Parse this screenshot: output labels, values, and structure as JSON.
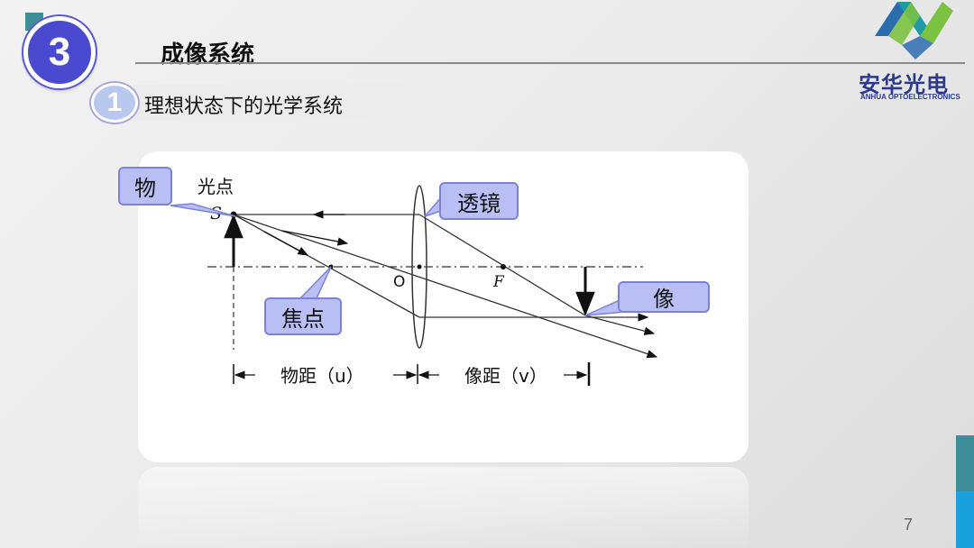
{
  "header": {
    "section_number": "3",
    "section_title": "成像系统",
    "sub_number": "1",
    "sub_title": "理想状态下的光学系统"
  },
  "logo": {
    "name_cn": "安华光电",
    "name_en": "ANHUA OPTOELECTRONICS",
    "colors": [
      "#2b6cb0",
      "#7cc242",
      "#1d9aa6"
    ]
  },
  "diagram": {
    "labels": {
      "light_point": "光点",
      "source": "S",
      "center": "O",
      "focus": "F",
      "object_distance": "物距（u）",
      "image_distance": "像距（v）"
    },
    "callouts": {
      "object": "物",
      "lens": "透镜",
      "focal_point": "焦点",
      "image": "像"
    }
  },
  "footer": {
    "page_number": "7"
  },
  "colors": {
    "section_circle": "#4a4ad0",
    "callout_fill": "#b9bff5",
    "callout_border": "#7c82d8",
    "accent_teal": "#3e8e9a",
    "accent_blue": "#1aa0dc"
  }
}
